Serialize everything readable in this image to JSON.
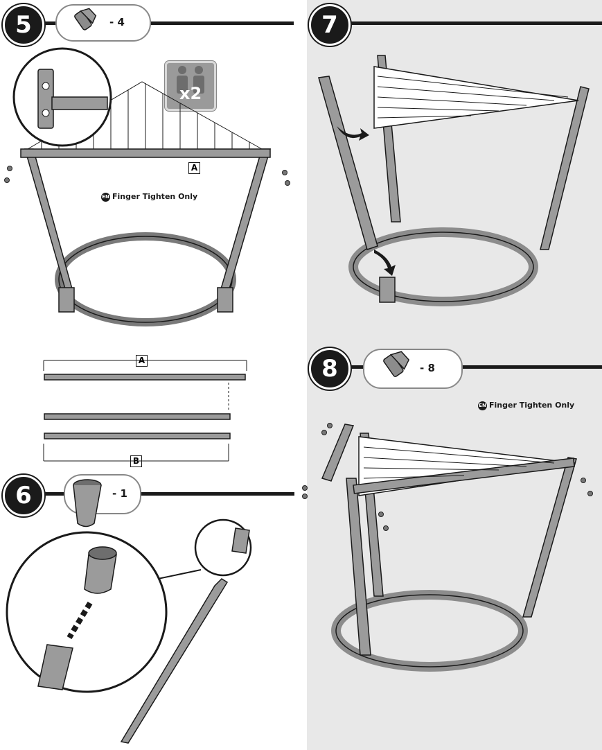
{
  "colors": {
    "accent": "#1a1a1a",
    "metal": "#9b9b9b",
    "panel": "#e8e8e8"
  },
  "step5": {
    "number": "5",
    "qty": "- 4",
    "people": "x2",
    "note_badge": "EN",
    "note": "Finger Tighten Only",
    "label_a": "A",
    "label_a2": "A",
    "label_b": "B"
  },
  "step6": {
    "number": "6",
    "qty": "- 1"
  },
  "step7": {
    "number": "7"
  },
  "step8": {
    "number": "8",
    "qty": "- 8",
    "note_badge": "EN",
    "note": "Finger Tighten Only"
  },
  "icons": [
    "bolt-icon",
    "sleeve-icon",
    "two-person-icon",
    "curved-arrow-icon"
  ]
}
